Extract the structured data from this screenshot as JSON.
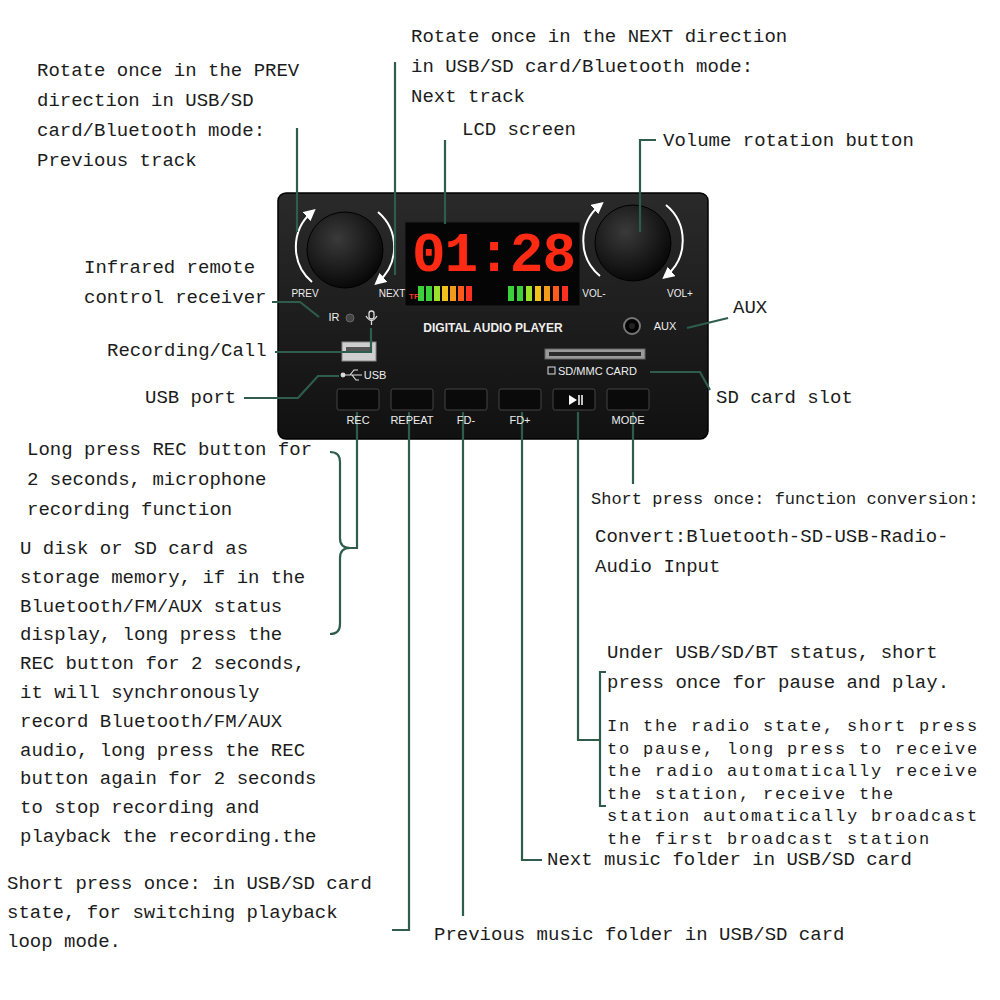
{
  "diagram": {
    "labels": [
      "Rotate once in the PREV direction in USB/SD card/Bluetooth mode: Previous track",
      "Rotate once in the NEXT direction in USB/SD card/Bluetooth mode: Next track",
      "LCD screen",
      "Volume rotation button",
      "Infrared remote control receiver",
      "Recording/Call",
      "USB port",
      "AUX",
      "SD card slot",
      "Long press REC button for 2 seconds, microphone recording function",
      "U disk or SD card as storage memory, if in the Bluetooth/FM/AUX status display, long press the REC button for 2 seconds, it will synchronously record Bluetooth/FM/AUX audio, long press the REC button again for 2 seconds to stop recording and playback the recording.the",
      "Short press once: function conversion:",
      "Convert:Bluetooth-SD-USB-Radio-Audio Input",
      "Under USB/SD/BT status, short press once for pause and play.",
      "In the radio state, short press to pause, long press to receive the radio automatically receive the station, receive the station automatically broadcast the first broadcast station",
      "Next music folder in USB/SD card",
      "Short press once: in USB/SD card state, for switching playback loop mode.",
      "Previous music folder in USB/SD card",
      "PREV",
      "NEXT",
      "01:28",
      "TF",
      "VOL-",
      "VOL+",
      "IR",
      "DIGITAL AUDIO PLAYER",
      "AUX",
      "USB",
      "SD/MMC CARD",
      "REC",
      "REPEAT",
      "FD-",
      "FD+",
      "MODE"
    ]
  }
}
